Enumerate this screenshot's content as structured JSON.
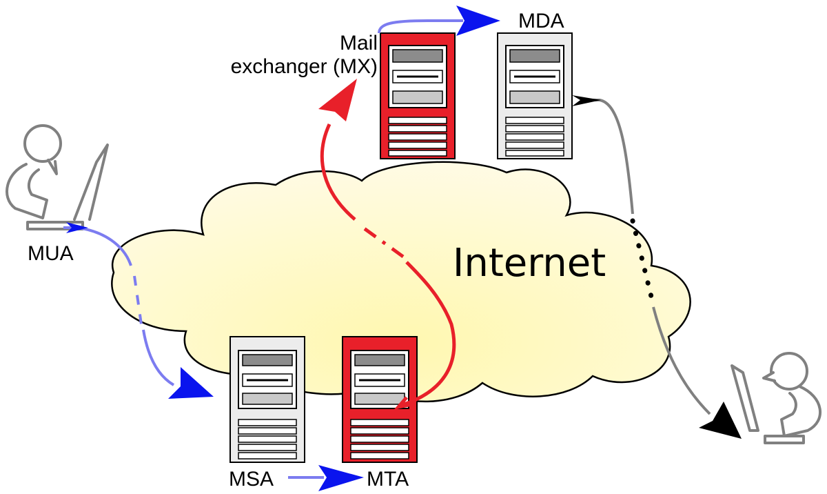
{
  "labels": {
    "mua": "MUA",
    "msa": "MSA",
    "mta": "MTA",
    "mx_line1": "Mail",
    "mx_line2": "exchanger (MX)",
    "mda": "MDA",
    "internet": "Internet"
  },
  "colors": {
    "server_red": "#e8202a",
    "server_gray": "#ececec",
    "cloud_fill": "#fff9c4",
    "flow_blue": "#0a14ee",
    "flow_blue_light": "#7c7cf0",
    "flow_red": "#e8202a",
    "flow_gray": "#808080",
    "person_gray": "#808080"
  },
  "icons": {
    "sender": "person-at-computer-icon",
    "recipient": "person-at-computer-icon",
    "server": "server-tower-icon"
  }
}
